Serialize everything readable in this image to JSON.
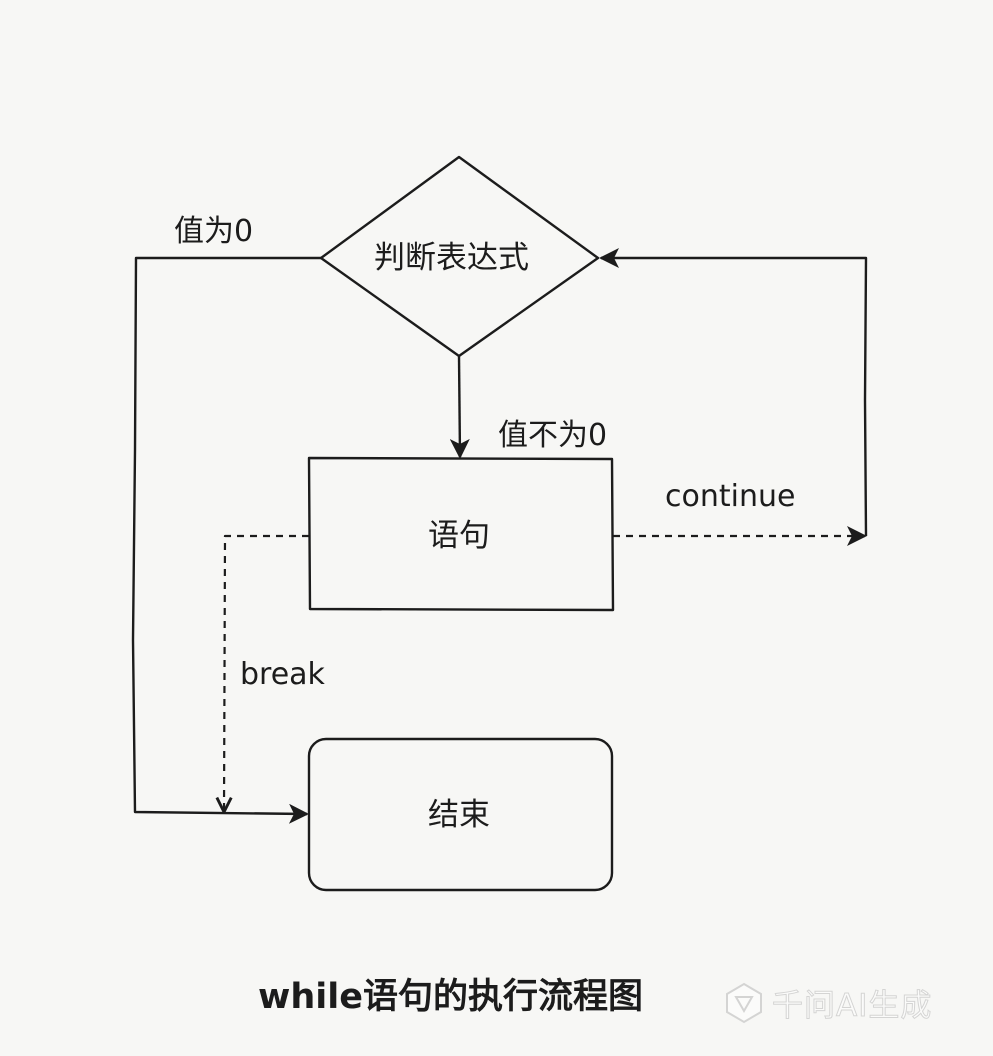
{
  "nodes": {
    "decision": "判断表达式",
    "statement": "语句",
    "end": "结束"
  },
  "edges": {
    "value_zero": "值为0",
    "value_nonzero": "值不为0",
    "continue": "continue",
    "break": "break"
  },
  "caption": "while语句的执行流程图",
  "watermark": {
    "text": "千问AI生成",
    "icon": "qwen-logo-icon"
  }
}
